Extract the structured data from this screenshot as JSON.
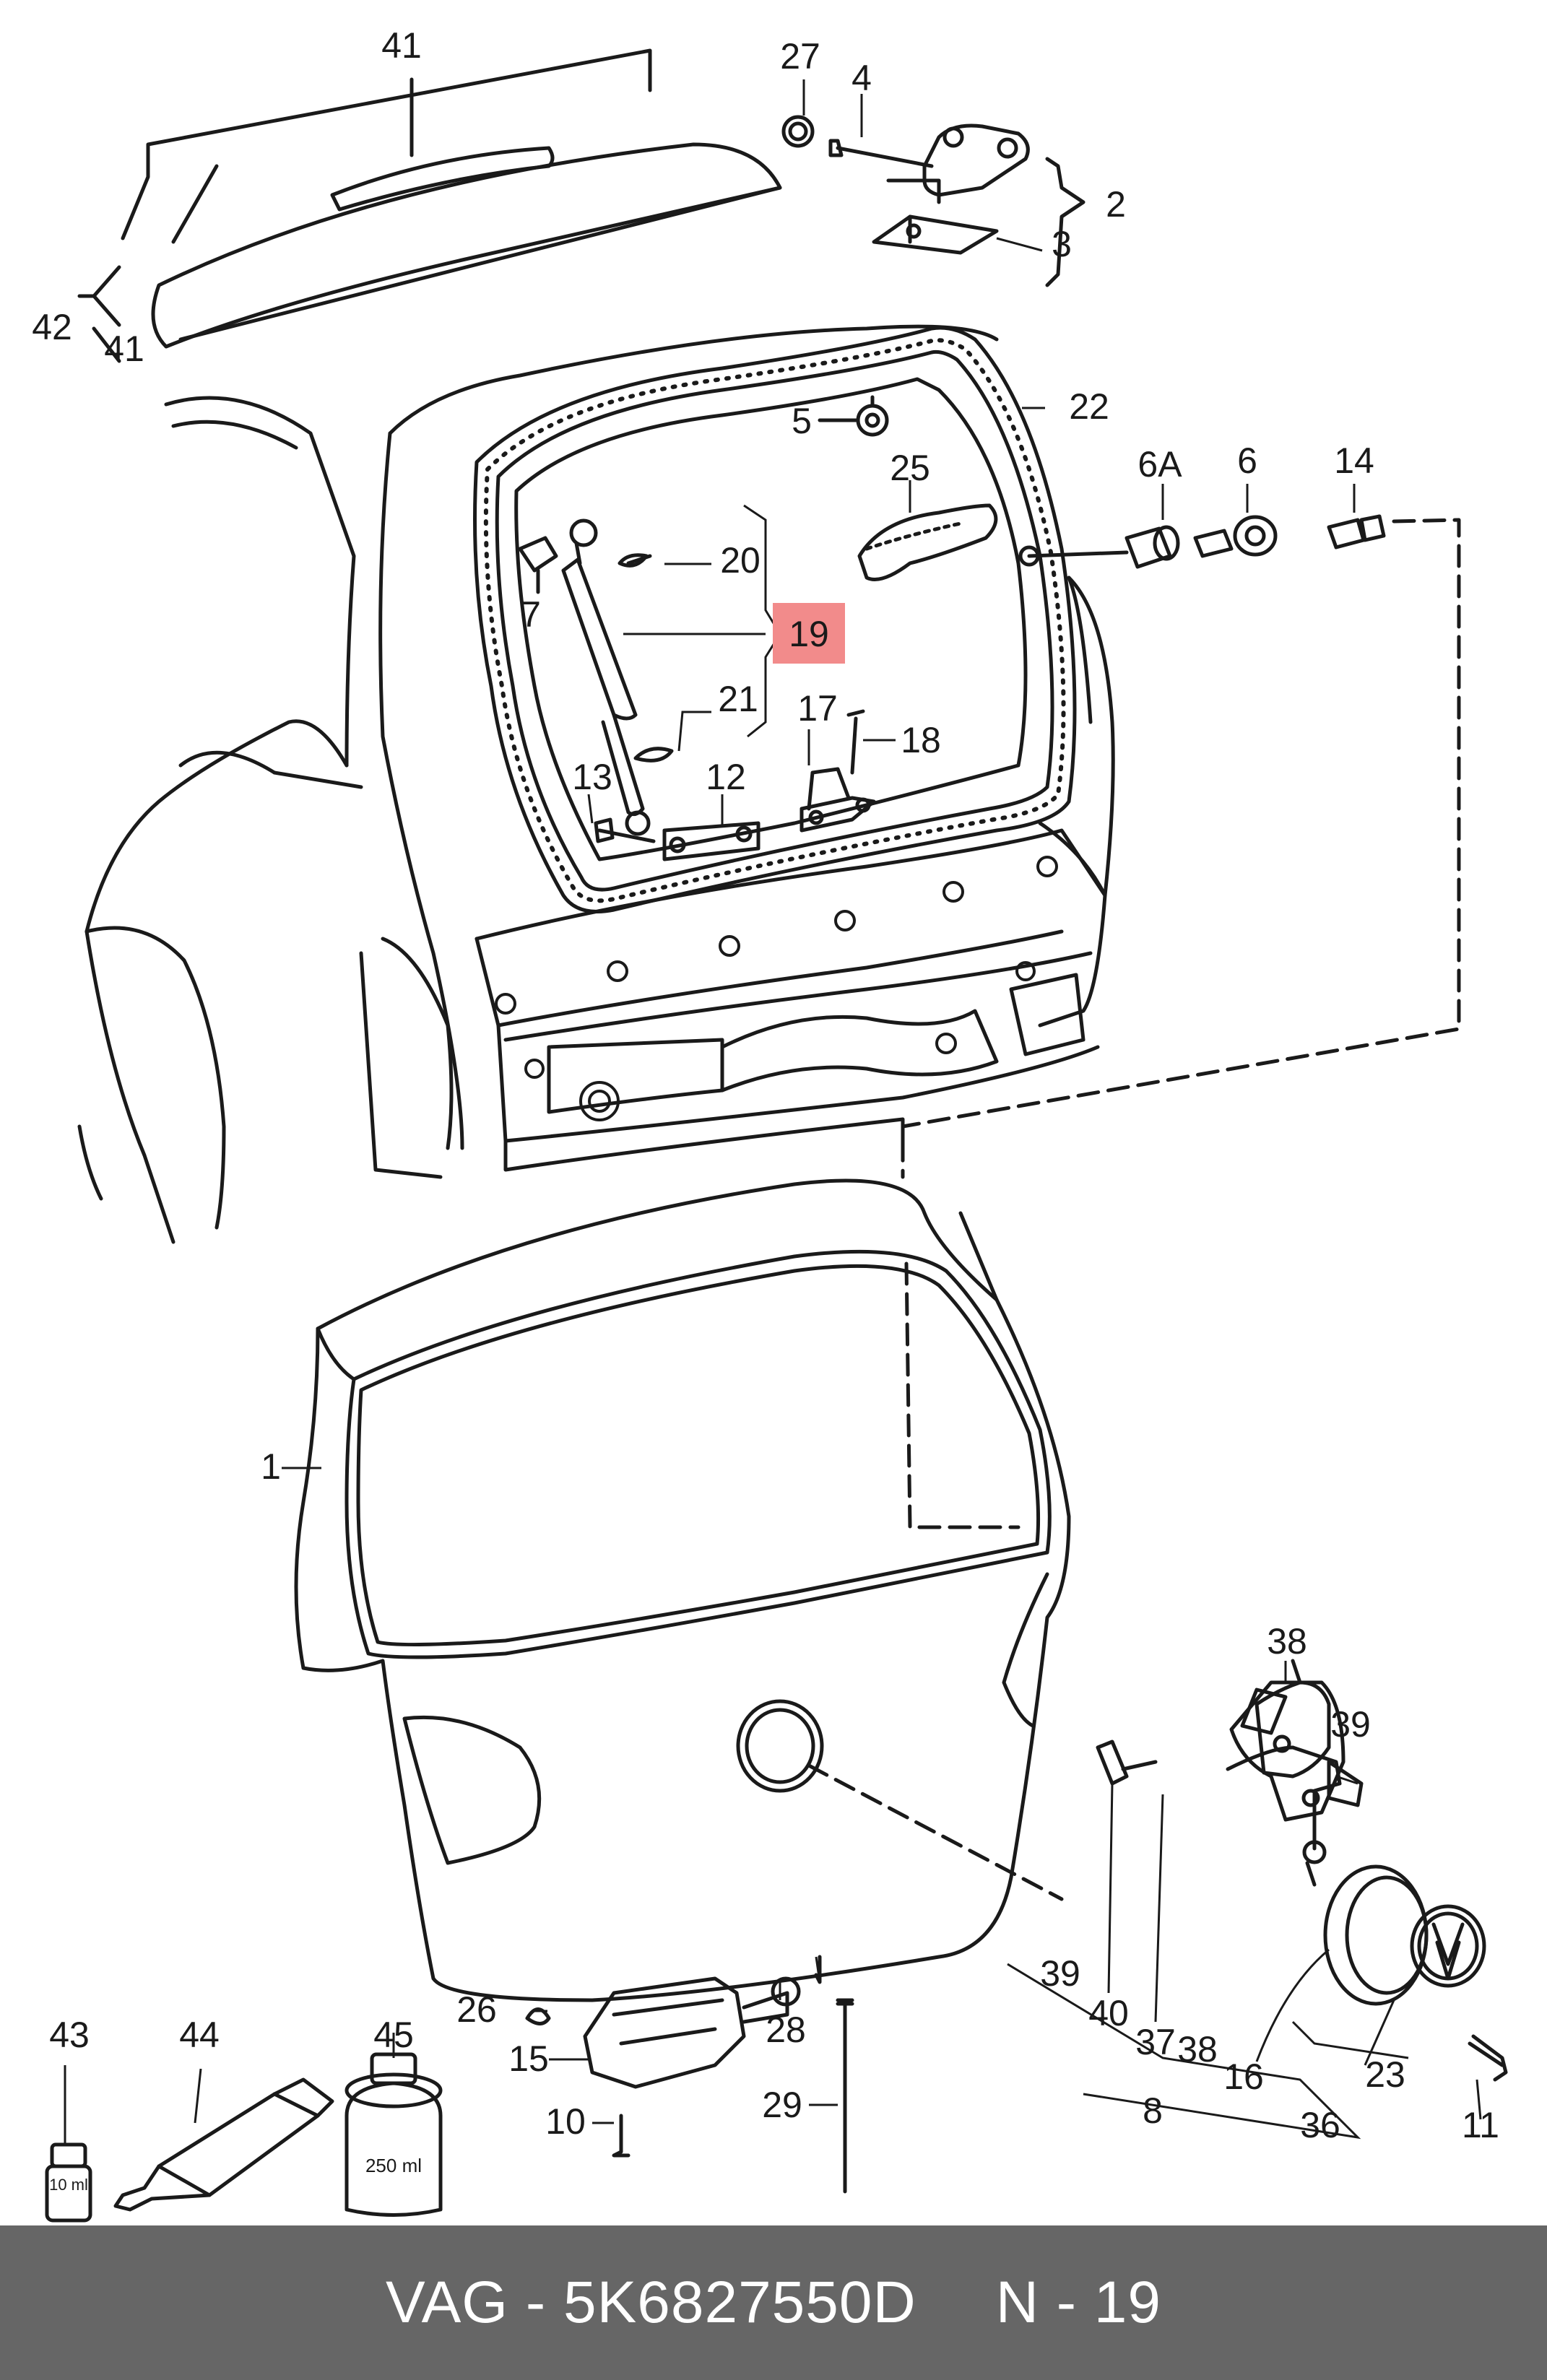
{
  "colors": {
    "footer_bg": "#666666",
    "footer_text": "#ffffff",
    "highlight": "#f28b8b",
    "line": "#1a1a1a"
  },
  "callouts": {
    "c41a": "41",
    "c42": "42",
    "c41b": "41",
    "c27": "27",
    "c4": "4",
    "c2": "2",
    "c3": "3",
    "c5": "5",
    "c22": "22",
    "c25": "25",
    "c6a": "6A",
    "c6": "6",
    "c14": "14",
    "c20": "20",
    "c7": "7",
    "c19": "19",
    "c21": "21",
    "c17": "17",
    "c18": "18",
    "c13": "13",
    "c12": "12",
    "c1": "1",
    "c38a": "38",
    "c39a": "39",
    "c39b": "39",
    "c40": "40",
    "c37": "37",
    "c38b": "38",
    "c16": "16",
    "c23": "23",
    "c11": "11",
    "c36": "36",
    "c8": "8",
    "c43": "43",
    "c44": "44",
    "c45": "45",
    "c26": "26",
    "c15": "15",
    "c10": "10",
    "c28": "28",
    "c29": "29"
  },
  "containers": {
    "small_bottle": "10 ml",
    "large_bottle": "250 ml"
  },
  "footer": {
    "brand": "VAG",
    "dash": "-",
    "part_number": "5K6827550D",
    "diagram_ref": "N - 19"
  }
}
